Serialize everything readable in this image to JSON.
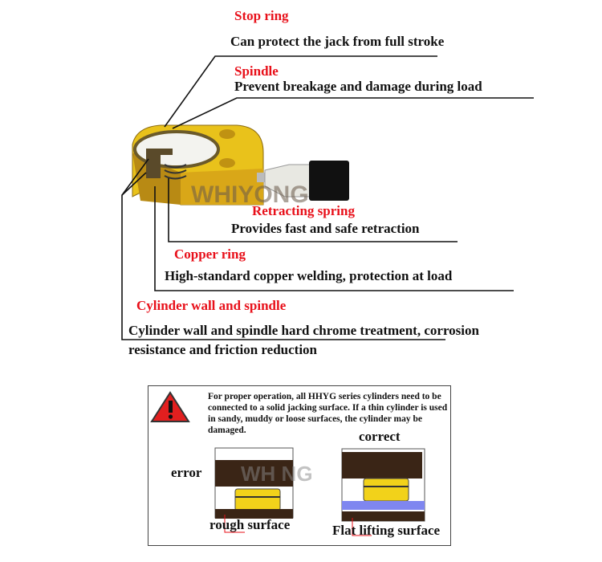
{
  "callouts": [
    {
      "title": "Stop ring",
      "desc": "Can protect the jack from full stroke"
    },
    {
      "title": "Spindle",
      "desc": "Prevent breakage and damage during load"
    },
    {
      "title": "Retracting spring",
      "desc": "Provides fast and safe retraction"
    },
    {
      "title": "Copper ring",
      "desc": "High-standard copper welding, protection at load"
    },
    {
      "title": "Cylinder wall and spindle",
      "desc_line1": "Cylinder wall and spindle hard chrome treatment, corrosion",
      "desc_line2": "resistance and friction reduction"
    }
  ],
  "watermark": "WHIYONG",
  "warning": {
    "icon": "warning-triangle-icon",
    "text": "For proper operation, all HHYG series cylinders need to be connected to a solid jacking surface. If a thin cylinder is used in sandy, muddy or loose surfaces, the cylinder may be damaged.",
    "error_label": "error",
    "correct_label": "correct",
    "error_caption": "rough surface",
    "correct_caption": "Flat lifting surface"
  },
  "colors": {
    "accent_red": "#e8101a",
    "jack_yellow": "#f2d21a",
    "ground_brown": "#3a2516",
    "flat_plate_blue": "#7f86f0"
  }
}
